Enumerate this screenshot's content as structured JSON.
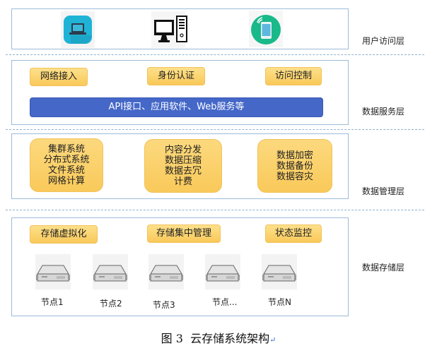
{
  "diagram": {
    "caption": "图 3  云存储系统架构",
    "caption_mark": "↵",
    "layers": [
      {
        "label": "用户访问层",
        "icons": [
          "laptop-icon",
          "desktop-computer-icon",
          "smartphone-wireless-icon"
        ]
      },
      {
        "label": "数据服务层",
        "chips": [
          "网络接入",
          "身份认证",
          "访问控制"
        ],
        "bar": "API接口、应用软件、Web服务等"
      },
      {
        "label": "数据管理层",
        "groups": [
          [
            "集群系统",
            "分布式系统",
            "文件系统",
            "网格计算"
          ],
          [
            "内容分发",
            "数据压缩",
            "数据去冗",
            "计费"
          ],
          [
            "数据加密",
            "数据备份",
            "数据容灾"
          ]
        ]
      },
      {
        "label": "数据存储层",
        "chips": [
          "存储虚拟化",
          "存储集中管理",
          "状态监控"
        ],
        "nodes": [
          "节点1",
          "节点2",
          "节点3",
          "节点...",
          "节点N"
        ]
      }
    ],
    "colors": {
      "layer_border": "#9dbbd9",
      "chip_fill": "#f9c95a",
      "api_bar": "#4467c8",
      "laptop_tile": "#1fb3d6",
      "phone_circle": "#19b98a"
    }
  }
}
